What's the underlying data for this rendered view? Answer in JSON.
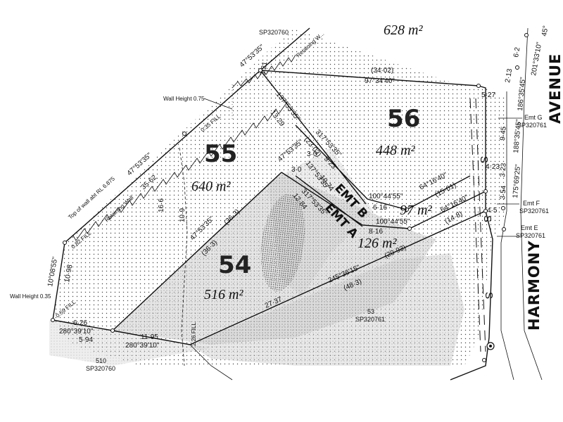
{
  "roads": {
    "avenue": "AVENUE",
    "harmony": "HARMONY",
    "centreline_s": "S"
  },
  "lots": {
    "lot55": {
      "number": "55",
      "area": "640 m²"
    },
    "lot56": {
      "number": "56",
      "area": "448 m²"
    },
    "lot54": {
      "number": "54",
      "area": "516 m²"
    }
  },
  "easements": {
    "emt_a": {
      "label": "EMT A",
      "area": "126 m²"
    },
    "emt_b": {
      "label": "EMT B",
      "area": "97 m²"
    },
    "emt_g": {
      "label": "Emt G",
      "plan": "SP320761"
    },
    "emt_f": {
      "label": "Emt F",
      "plan": "SP320761"
    },
    "emt_e": {
      "label": "Emt E",
      "plan": "SP320761"
    }
  },
  "adjoining": {
    "lot53": {
      "number": "53",
      "plan": "SP320761"
    },
    "lot510": {
      "number": "510",
      "plan": "SP320760"
    },
    "top_plan": "SP320760",
    "top_area_fragment": "628 m²"
  },
  "annotations": {
    "wall_height_075": "Wall Height 0.75",
    "wall_height_035": "Wall Height 0.35",
    "top_of_wall": "Top of wall abt RL 6.875",
    "retaining_wall_1": "Retaining Wall",
    "retaining_wall_2": "Retaining W...",
    "fill_035": "0.35 FILL",
    "fill_082": "0.82 FILL",
    "fill_059": "0.59 FILL",
    "fill_226": "2.26 FILL"
  },
  "dimensions": {
    "d_3402": "(34·02)",
    "d_973440": "97°34'40\"",
    "d_527": "5·27",
    "d_213": "2·13",
    "d_62": "6·2",
    "d_2013310": "201°33'10\"",
    "d_1863545": "186°35'45\"",
    "d_1883545": "188°35'45\"",
    "d_945": "9·45",
    "d_423": "4·23",
    "d_323": "3·23",
    "d_1756925": "175°69'25\"",
    "d_354": "3·54",
    "d_45": "4·5",
    "d_641640a": "64°16'40\"",
    "d_1501": "(15·01)",
    "d_641640b": "64°16'40\"",
    "d_148": "(14·8)",
    "d_1004455a": "100°44'55\"",
    "d_616": "6·16",
    "d_1004455b": "100°44'55\"",
    "d_816": "8·16",
    "d_2093": "(20·93)",
    "d_2453615": "245°36'15\"",
    "d_483": "(48·3)",
    "d_2737": "27·37",
    "d_47533535_top": "47°53'35\"",
    "d_321": "3·21",
    "d_1375335": "137°53'35\"",
    "d_1329": "13·29",
    "d_2303": "(23·03)",
    "d_3175335": "317°53'35\"",
    "d_30a": "3·0",
    "d_923": "9·23",
    "d_1375335b": "137°53'35\"",
    "d_1074": "10·74",
    "d_1284": "12·84",
    "d_3175335b": "317°53'35\"",
    "d_4753mid": "47°53'35\"",
    "d_30b": "3·0",
    "d_363a": "(36·3)",
    "d_47533535_left": "47°53'35\"",
    "d_363b": "(36·3)",
    "d_47533535_diag": "47°53'35\"",
    "d_3562": "35·62",
    "d_109": "10·9",
    "d_100855": "10°08'55\"",
    "d_1098": "10·98",
    "d_626": "6·26",
    "d_2803910": "280°39'10\"",
    "d_594": "5·94",
    "d_1195": "11·95",
    "d_2803910b": "280°39'10\"",
    "d_166": "16·6",
    "d_45_top": "45°"
  }
}
